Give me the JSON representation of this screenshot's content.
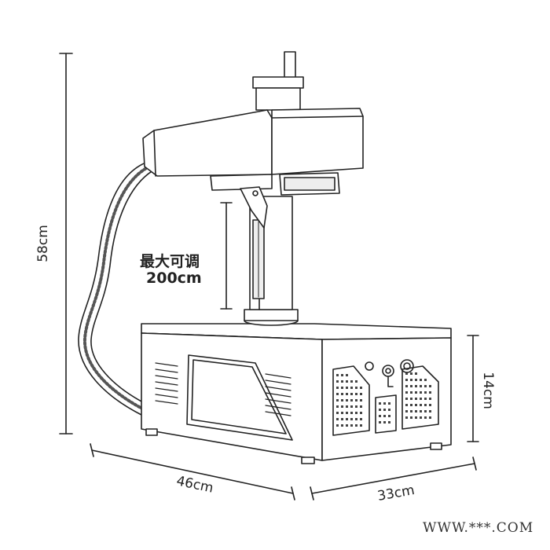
{
  "diagram": {
    "dimensions": {
      "height": "58cm",
      "width": "46cm",
      "depth": "33cm",
      "base_height": "14cm"
    },
    "adjustable_range": {
      "label": "最大可调",
      "value": "200cm"
    },
    "watermark": "WWW.***.COM",
    "colors": {
      "line": "#222222",
      "fill": "#ffffff",
      "shade": "#e6e6e6"
    }
  }
}
